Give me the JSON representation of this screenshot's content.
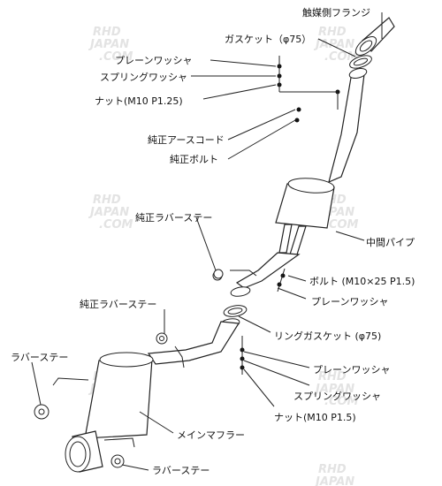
{
  "labels": {
    "catalyst_flange": "触媒側フランジ",
    "gasket_75": "ガスケット（φ75）",
    "plain_washer_top": "プレーンワッシャ",
    "spring_washer_top": "スプリングワッシャ",
    "nut_m10_p125": "ナット(M10 P1.25)",
    "oem_ground_cord": "純正アースコード",
    "oem_bolt": "純正ボルト",
    "oem_rubber_stay_1": "純正ラバーステー",
    "middle_pipe": "中間パイプ",
    "bolt_m10x25": "ボルト (M10×25 P1.5)",
    "plain_washer_mid": "プレーンワッシャ",
    "oem_rubber_stay_2": "純正ラバーステー",
    "ring_gasket_75": "リングガスケット (φ75)",
    "rubber_stay_left": "ラバーステー",
    "plain_washer_low": "プレーンワッシャ",
    "spring_washer_low": "スプリングワッシャ",
    "nut_m10_p15": "ナット(M10 P1.5)",
    "main_muffler": "メインマフラー",
    "rubber_stay_bottom": "ラバーステー"
  },
  "watermark": {
    "line1": "RHD",
    "line2": "JAPAN",
    "line3": ".COM"
  }
}
